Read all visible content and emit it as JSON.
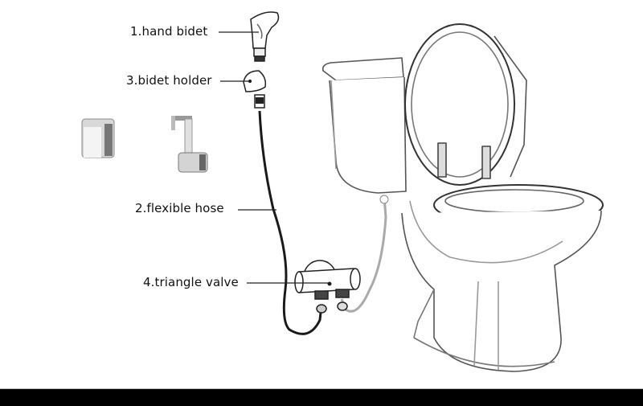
{
  "diagram": {
    "labels": [
      {
        "id": "hand-bidet",
        "text": "1.hand bidet"
      },
      {
        "id": "flexible-hose",
        "text": "2.flexible hose"
      },
      {
        "id": "bidet-holder",
        "text": "3.bidet holder"
      },
      {
        "id": "triangle-valve",
        "text": "4.triangle valve"
      }
    ],
    "components": [
      "hand bidet sprayer",
      "bidet holder",
      "flexible hose",
      "triangle valve",
      "toilet",
      "wall holder (alt)",
      "hook holder (alt)"
    ],
    "colors": {
      "line": "#111111",
      "toilet_outline": "#555555",
      "hose_gray": "#aaaaaa",
      "footer": "#000000"
    }
  }
}
